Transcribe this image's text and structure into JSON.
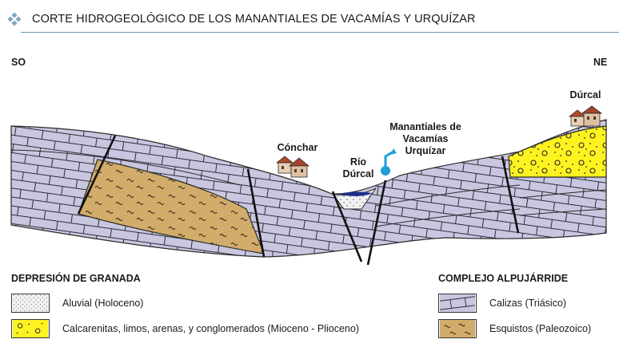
{
  "header": {
    "title": "CORTE HIDROGEOLÓGICO DE LOS MANANTIALES DE VACAMÍAS Y URQUÍZAR"
  },
  "directions": {
    "left": "SO",
    "right": "NE"
  },
  "places": {
    "conchar": "Cónchar",
    "rio_line1": "Río",
    "rio_line2": "Dúrcal",
    "manantiales_line1": "Manantiales de",
    "manantiales_line2": "Vacamías",
    "manantiales_line3": "Urquízar",
    "durcal": "Dúrcal"
  },
  "legend": {
    "left_group": {
      "heading": "DEPRESIÓN DE GRANADA",
      "items": [
        {
          "label": "Aluvial (Holoceno)",
          "pattern": "dots"
        },
        {
          "label": "Calcarenitas, limos, arenas, y conglomerados (Mioceno - Plioceno)",
          "pattern": "yellow-conglomerate"
        }
      ]
    },
    "right_group": {
      "heading": "COMPLEJO ALPUJÁRRIDE",
      "items": [
        {
          "label": "Calizas (Triásico)",
          "pattern": "limestone"
        },
        {
          "label": "Esquistos (Paleozoico)",
          "pattern": "schist"
        }
      ]
    }
  },
  "colors": {
    "limestone": "#c9c7e0",
    "schist": "#d2ac6a",
    "calcarenite": "#fff221",
    "alluvial": "#f2f2f2",
    "river": "#1c2f8c",
    "spring": "#1e9fd8",
    "rule": "#6f93ad",
    "diamond": "#7ea6c2"
  }
}
